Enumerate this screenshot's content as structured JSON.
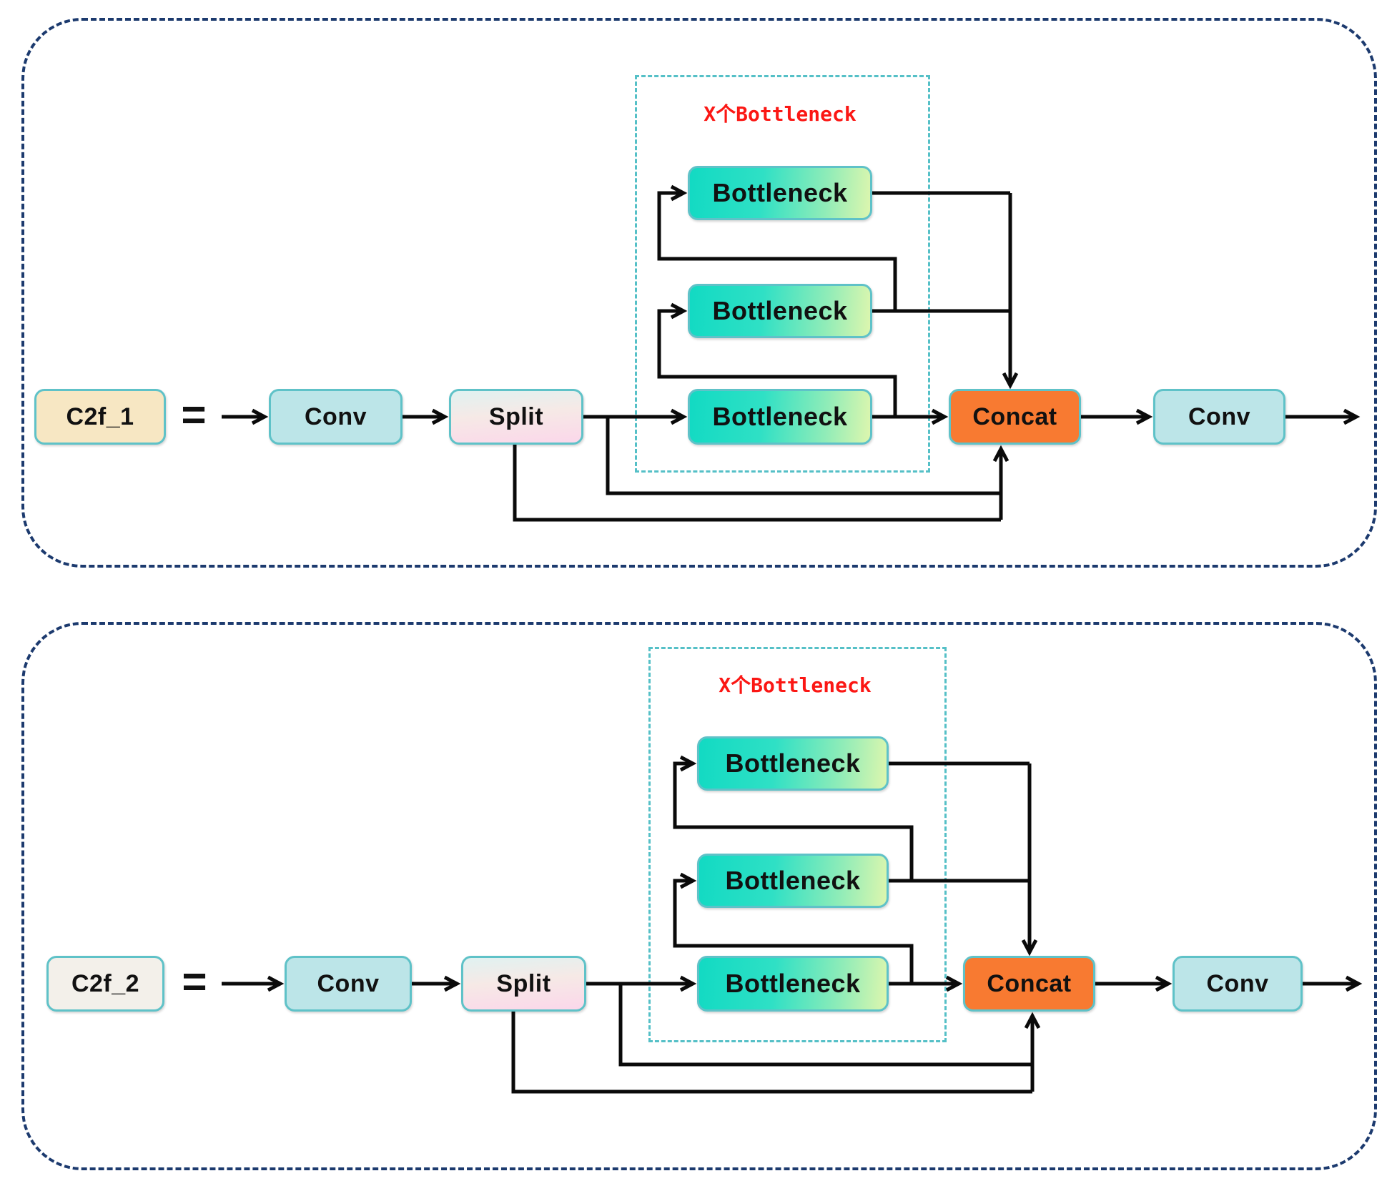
{
  "colors": {
    "outer_border": "#1c3a6e",
    "inner_border": "#55c0c7",
    "node_border": "#5fc2c8",
    "conv_fill": "#bce5e8",
    "c2f1_fill": "#f7e7c3",
    "c2f2_fill": "#f3f0ea",
    "split_top": "#e0f2f1",
    "split_bottom": "#fbd7ea",
    "bneck_start": "#12dac3",
    "bneck_end": "#ddf6ae",
    "concat_fill": "#f87a31",
    "wire": "#0a0a0a",
    "group_label": "#fb1714",
    "text": "#111111"
  },
  "diagrams": [
    {
      "label": "C2f_1",
      "equals": "=",
      "conv_in": "Conv",
      "split": "Split",
      "group_label": "X个Bottleneck",
      "bottlenecks": [
        "Bottleneck",
        "Bottleneck",
        "Bottleneck"
      ],
      "concat": "Concat",
      "conv_out": "Conv"
    },
    {
      "label": "C2f_2",
      "equals": "=",
      "conv_in": "Conv",
      "split": "Split",
      "group_label": "X个Bottleneck",
      "bottlenecks": [
        "Bottleneck",
        "Bottleneck",
        "Bottleneck"
      ],
      "concat": "Concat",
      "conv_out": "Conv"
    }
  ]
}
